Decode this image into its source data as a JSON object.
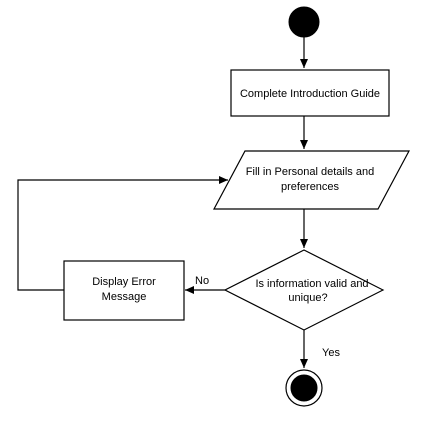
{
  "diagram": {
    "nodes": {
      "start": {
        "kind": "initial"
      },
      "intro": {
        "kind": "action",
        "text": "Complete Introduction Guide"
      },
      "fill": {
        "kind": "io",
        "lines": [
          "Fill in Personal details and",
          "preferences"
        ]
      },
      "decision": {
        "kind": "decision",
        "lines": [
          "Is information valid and",
          "unique?"
        ]
      },
      "error": {
        "kind": "action",
        "lines": [
          "Display Error",
          "Message"
        ]
      },
      "end": {
        "kind": "final"
      }
    },
    "edges": {
      "no_label": "No",
      "yes_label": "Yes"
    }
  }
}
